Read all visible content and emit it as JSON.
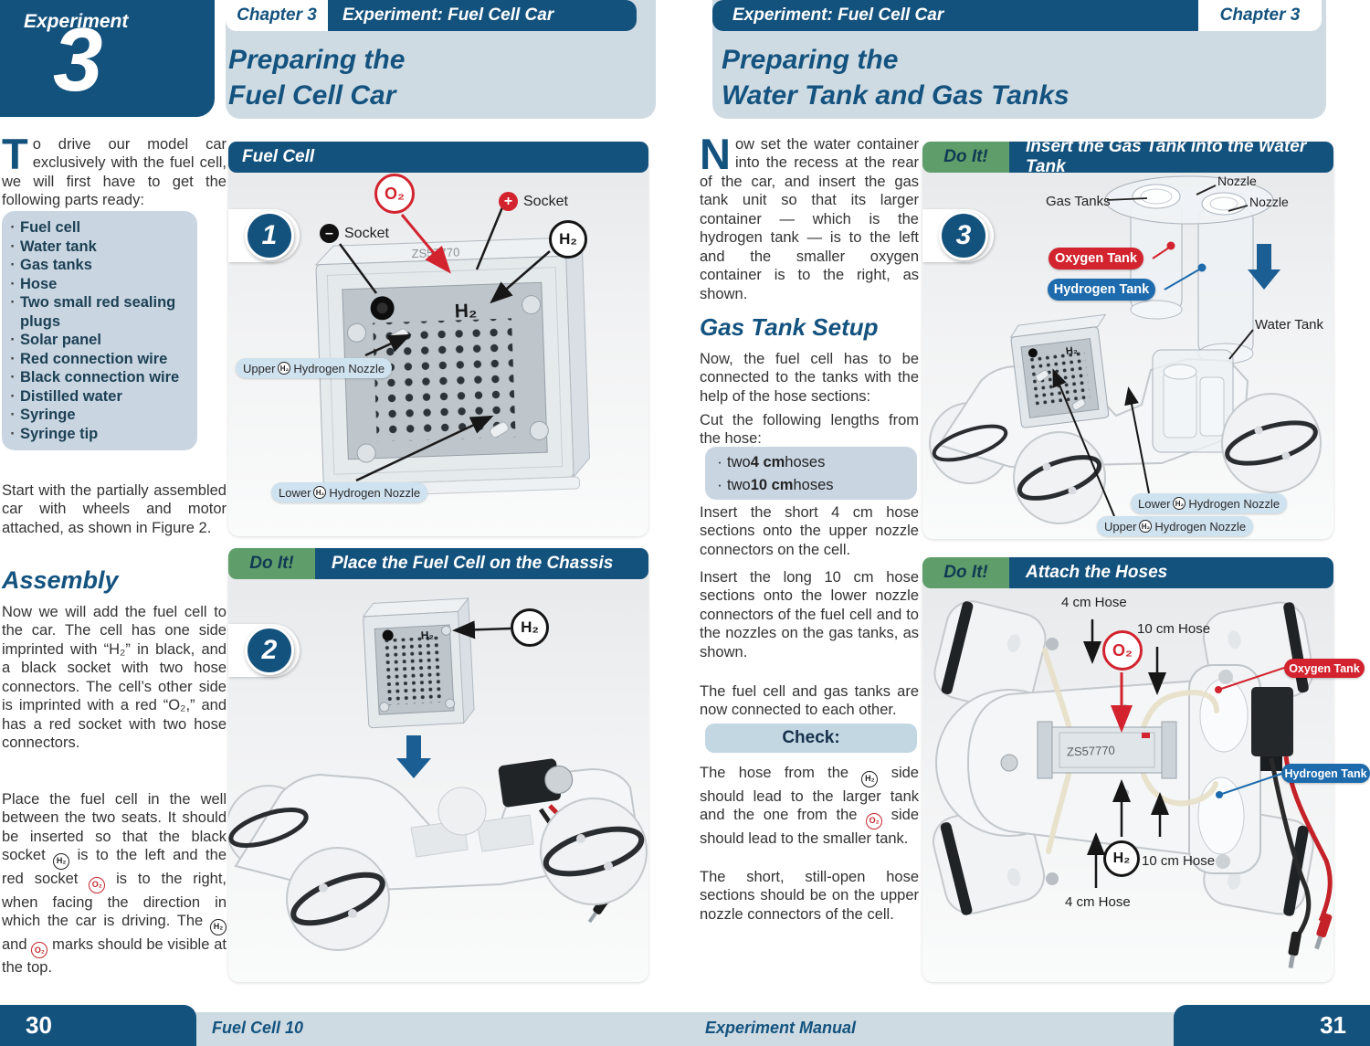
{
  "marks": {
    "h2": "H₂",
    "o2": "O₂",
    "plus": "+",
    "minus": "–",
    "bullet": "·"
  },
  "colors": {
    "dark_blue": "#14527e",
    "light_band": "#cfdbe3",
    "green": "#5f9e6a",
    "red": "#d2232e",
    "pill_blue": "#1d6bad",
    "label_pill": "#cfe2ef"
  },
  "page_left": {
    "experiment_badge": {
      "label": "Experiment",
      "number": "3"
    },
    "chapter_tab": "Chapter 3",
    "chapter_band": "Experiment: Fuel Cell Car",
    "title": [
      "Preparing the",
      "Fuel Cell Car"
    ],
    "intro": {
      "dropcap": "T",
      "text": "o drive our model car exclusively with the fuel cell, we will first have to get the following parts ready:"
    },
    "parts_list": [
      "Fuel cell",
      "Water tank",
      "Gas tanks",
      "Hose",
      "Two small red sealing plugs",
      "Solar panel",
      "Red connection wire",
      "Black connection wire",
      "Distilled water",
      "Syringe",
      "Syringe tip"
    ],
    "start_para": "Start with the partially assembled car with wheels and motor attached, as shown in Figure 2.",
    "assembly": {
      "heading": "Assembly",
      "para1": "Now we will add the fuel cell to the car. The cell has one side imprinted with “H₂” in black, and a black socket with two hose connectors. The cell’s other side is imprinted with a red “O₂,” and has a red socket with two hose connectors.",
      "para2_t1": "Place the fuel cell in the well between the two seats. It should be inserted so that the black socket ",
      "para2_t2": " is to the left and the red socket ",
      "para2_t3": " is to the right, when facing the direction in which the car is driving. The ",
      "para2_t4": " and ",
      "para2_t5": " marks should be visible at the top."
    },
    "figure1": {
      "header": "Fuel Cell",
      "step": "1",
      "o2": "O₂",
      "h2": "H₂",
      "plus_socket": "Socket",
      "minus_socket": "Socket",
      "upper_prefix": "Upper",
      "lower_prefix": "Lower",
      "nozzle_suffix": "Hydrogen Nozzle",
      "cell_code": "ZS57770"
    },
    "figure2": {
      "tag": "Do It!",
      "header": "Place the Fuel Cell on the Chassis",
      "step": "2",
      "h2": "H₂"
    },
    "footer": {
      "page_number": "30",
      "caption": "Fuel Cell 10"
    }
  },
  "page_right": {
    "chapter_band": "Experiment: Fuel Cell Car",
    "chapter_tab": "Chapter 3",
    "title": [
      "Preparing the",
      "Water Tank and Gas Tanks"
    ],
    "intro": {
      "dropcap": "N",
      "text": "ow set the water container into the recess at the rear of the car, and insert the gas tank unit so that its larger container — which is the hydrogen tank — is to the left and the smaller oxygen container is to the right, as shown."
    },
    "gas_tank_setup": {
      "heading": "Gas Tank Setup",
      "para1": "Now, the fuel cell has to be connected to the tanks with the help of the hose sections:",
      "para2": "Cut the following lengths from the hose:",
      "hose_list": [
        {
          "pre": "two ",
          "bold": "4 cm",
          "post": " hoses"
        },
        {
          "pre": "two ",
          "bold": "10 cm",
          "post": " hoses"
        }
      ],
      "para3": "Insert the short 4 cm hose sections onto the upper nozzle connectors on the cell.",
      "para4": "Insert the long 10 cm hose sections onto the lower nozzle connectors of the fuel cell and to the nozzles on the gas tanks, as shown.",
      "para5": "The fuel cell and gas tanks are now connected to each other."
    },
    "check": {
      "heading": "Check:",
      "para1_t1": "The hose from the ",
      "para1_t2": " side should lead to the larger tank and the one from the ",
      "para1_t3": " side should lead to the smaller tank.",
      "para2": "The short, still-open hose sections should be on the upper nozzle connectors of the cell."
    },
    "figure3": {
      "tag": "Do It!",
      "header": "Insert the Gas Tank into the Water Tank",
      "step": "3",
      "gas_tanks": "Gas Tanks",
      "nozzle1": "Nozzle",
      "nozzle2": "Nozzle",
      "oxygen_tank": "Oxygen Tank",
      "hydrogen_tank": "Hydrogen Tank",
      "water_tank": "Water Tank",
      "upper_prefix": "Upper",
      "lower_prefix": "Lower",
      "nozzle_suffix": "Hydrogen Nozzle"
    },
    "figure4": {
      "tag": "Do It!",
      "header": "Attach the Hoses",
      "hose4_top": "4 cm Hose",
      "hose10_top": "10 cm Hose",
      "o2": "O₂",
      "oxygen_tank": "Oxygen Tank",
      "hydrogen_tank": "Hydrogen Tank",
      "h2": "H₂",
      "hose10_bottom": "10 cm Hose",
      "hose4_bottom": "4 cm Hose",
      "cell_code": "ZS57770"
    },
    "footer": {
      "caption": "Experiment Manual",
      "page_number": "31"
    }
  }
}
